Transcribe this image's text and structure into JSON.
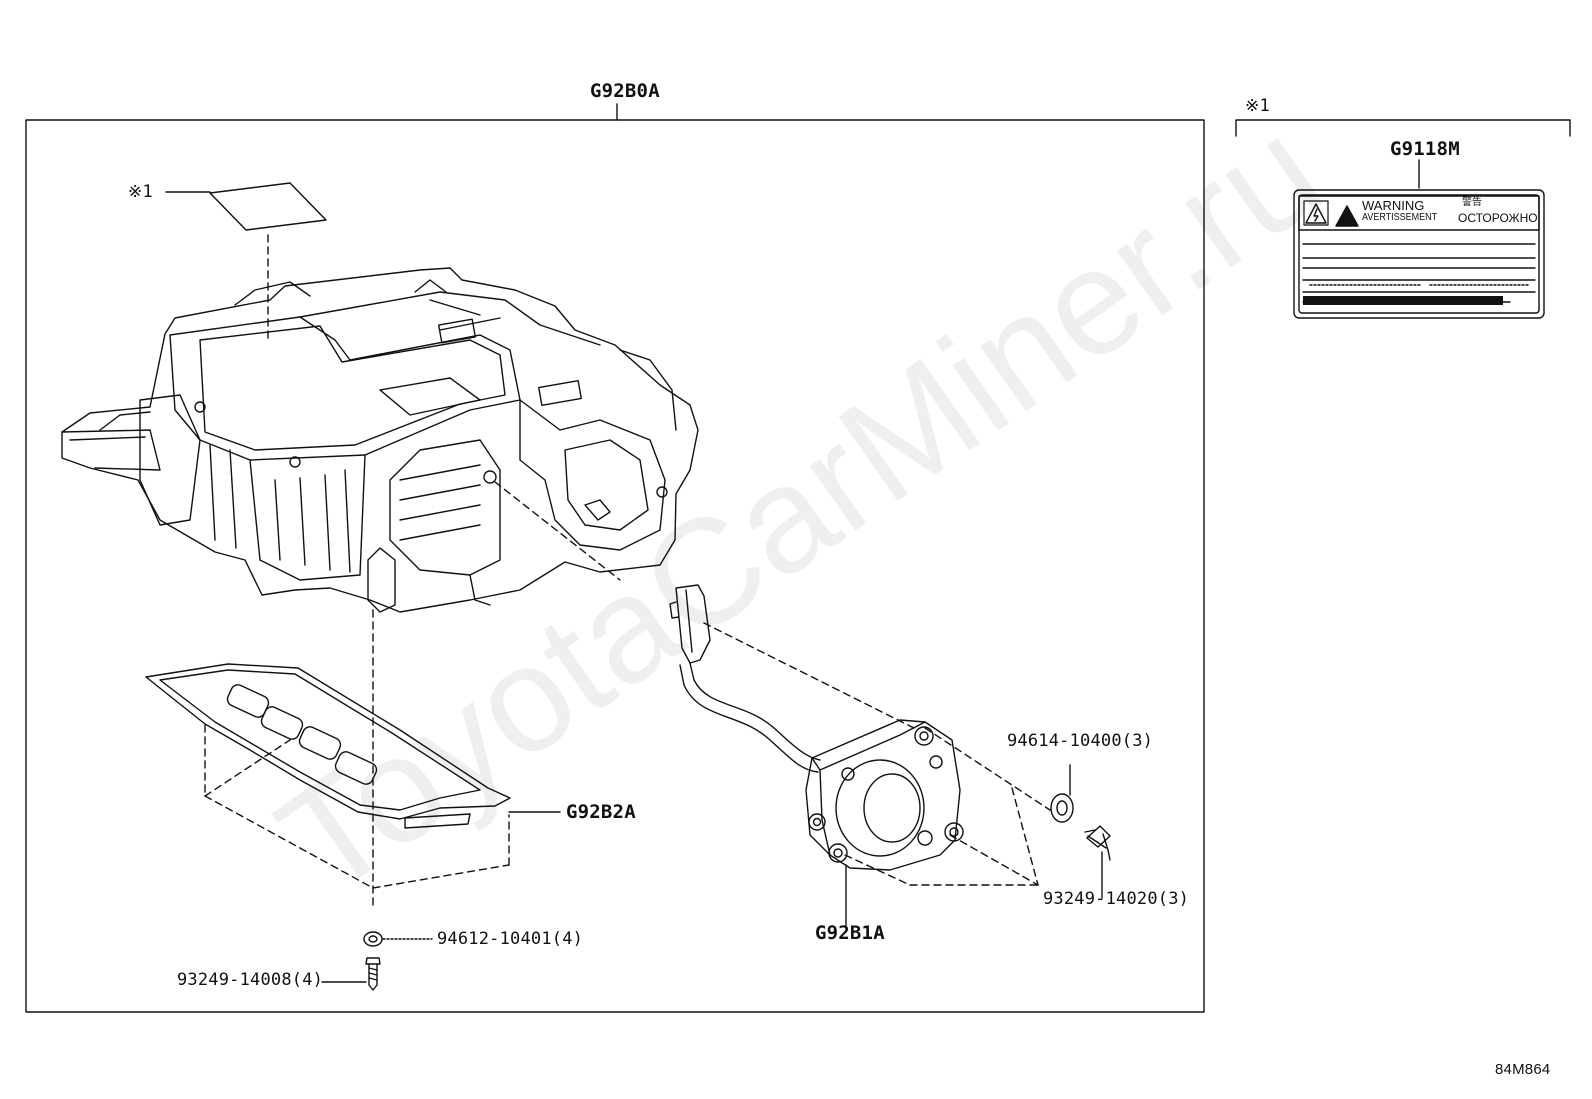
{
  "labels": {
    "assembly": "G92B0A",
    "note_left": "※1",
    "note_right": "※1",
    "label_part": "G9118M",
    "cover_gasket": "G92B2A",
    "pump": "G92B1A",
    "washer_small": "94614-10400(3)",
    "bolt_small": "93249-14020(3)",
    "washer_large": "94612-10401(4)",
    "bolt_large": "93249-14008(4)",
    "figure_code": "84M864"
  },
  "warning_label": {
    "line1": "WARNING",
    "line2": "AVERTISSEMENT",
    "cjk": "警告",
    "cyrillic": "ОСТОРОЖНО"
  },
  "watermark": "ToyotaCarMiner.ru",
  "colors": {
    "line": "#111111",
    "background": "#ffffff"
  }
}
